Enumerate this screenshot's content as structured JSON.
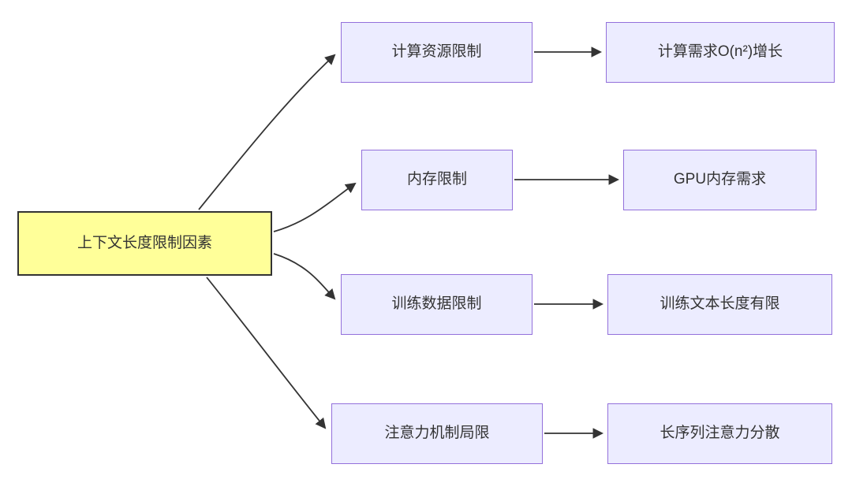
{
  "diagram": {
    "type": "flowchart",
    "root": {
      "label": "上下文长度限制因素"
    },
    "rows": [
      {
        "mid": "计算资源限制",
        "right": "计算需求O(n²)增长"
      },
      {
        "mid": "内存限制",
        "right": "GPU内存需求"
      },
      {
        "mid": "训练数据限制",
        "right": "训练文本长度有限"
      },
      {
        "mid": "注意力机制局限",
        "right": "长序列注意力分散"
      }
    ],
    "colors": {
      "root_fill": "#ffff99",
      "root_border": "#333333",
      "node_fill": "#ececff",
      "node_border": "#9370db",
      "edge": "#333333",
      "text": "#333333",
      "background": "#ffffff"
    }
  }
}
